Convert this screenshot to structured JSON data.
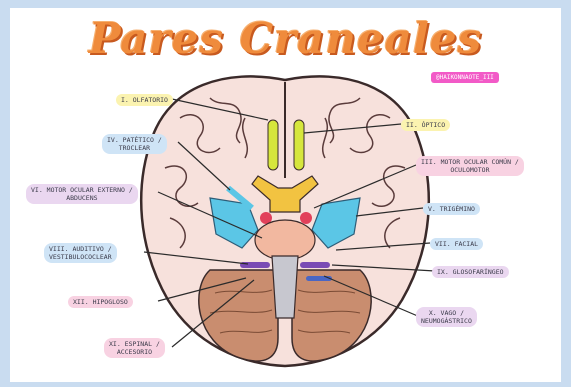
{
  "title": "Pares Craneales",
  "handle": "@HAIKONNAOTE_III",
  "labels": {
    "olfatorio": {
      "line1": "I. OLFATORIO"
    },
    "optico": {
      "line1": "II. ÓPTICO"
    },
    "patetico": {
      "line1": "IV. PATÉTICO /",
      "line2": "TROCLEAR"
    },
    "motor_ocular_comun": {
      "line1": "III. MOTOR OCULAR COMÚN /",
      "line2": "OCULOMOTOR"
    },
    "motor_ocular_externo": {
      "line1": "VI. MOTOR OCULAR EXTERNO /",
      "line2": "ABDUCENS"
    },
    "trigemino": {
      "line1": "V. TRIGÉMINO"
    },
    "auditivo": {
      "line1": "VIII. AUDITIVO /",
      "line2": "VESTIBULOCOCLEAR"
    },
    "facial": {
      "line1": "VII. FACIAL"
    },
    "glosofaringeo": {
      "line1": "IX. GLOSOFARÍNGEO"
    },
    "hipogloso": {
      "line1": "XII. HIPOGLOSO"
    },
    "vago": {
      "line1": "X. VAGO /",
      "line2": "NEUMOGÁSTRICO"
    },
    "espinal": {
      "line1": "XI. ESPINAL /",
      "line2": "ACCESORIO"
    }
  },
  "colors": {
    "title": "#ef8b3c",
    "label_yellow": "#fbf3b0",
    "label_blue": "#cfe4f6",
    "label_purple": "#ead7f0",
    "label_pink": "#f8d2e2",
    "cerebrum": "#f7e1dc",
    "cerebellum": "#c98d6f",
    "olfactory": "#d6e63c",
    "optic": "#f2c341",
    "trigeminal": "#5bc6e6"
  }
}
